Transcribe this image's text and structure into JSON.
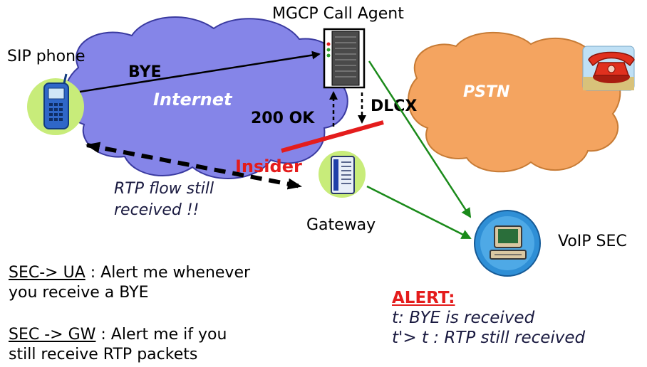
{
  "labels": {
    "sip_phone": "SIP phone",
    "mgcp": "MGCP Call Agent",
    "internet": "Internet",
    "pstn": "PSTN",
    "bye": "BYE",
    "ok200": "200 OK",
    "dlcx": "DLCX",
    "insider": "Insider",
    "rtp_line1": "RTP flow still",
    "rtp_line2": "received !!",
    "gateway": "Gateway",
    "voip_sec": "VoIP SEC"
  },
  "notes": {
    "sec_ua_prefix": "SEC-> UA",
    "sec_ua_line1_rest": " : Alert me whenever",
    "sec_ua_line2": "you receive a BYE",
    "sec_gw_prefix": "SEC -> GW",
    "sec_gw_line1_rest": " : Alert me if you",
    "sec_gw_line2": "still receive RTP packets"
  },
  "alert": {
    "title": "ALERT:",
    "line1": "t: BYE is received",
    "line2": "t'> t : RTP still received"
  },
  "colors": {
    "internet_cloud": "#8585e8",
    "pstn_cloud": "#f4a460",
    "green_arrow": "#1a8a1a",
    "insider_red": "#e41c1c",
    "highlight_green": "#c8ec7a"
  }
}
